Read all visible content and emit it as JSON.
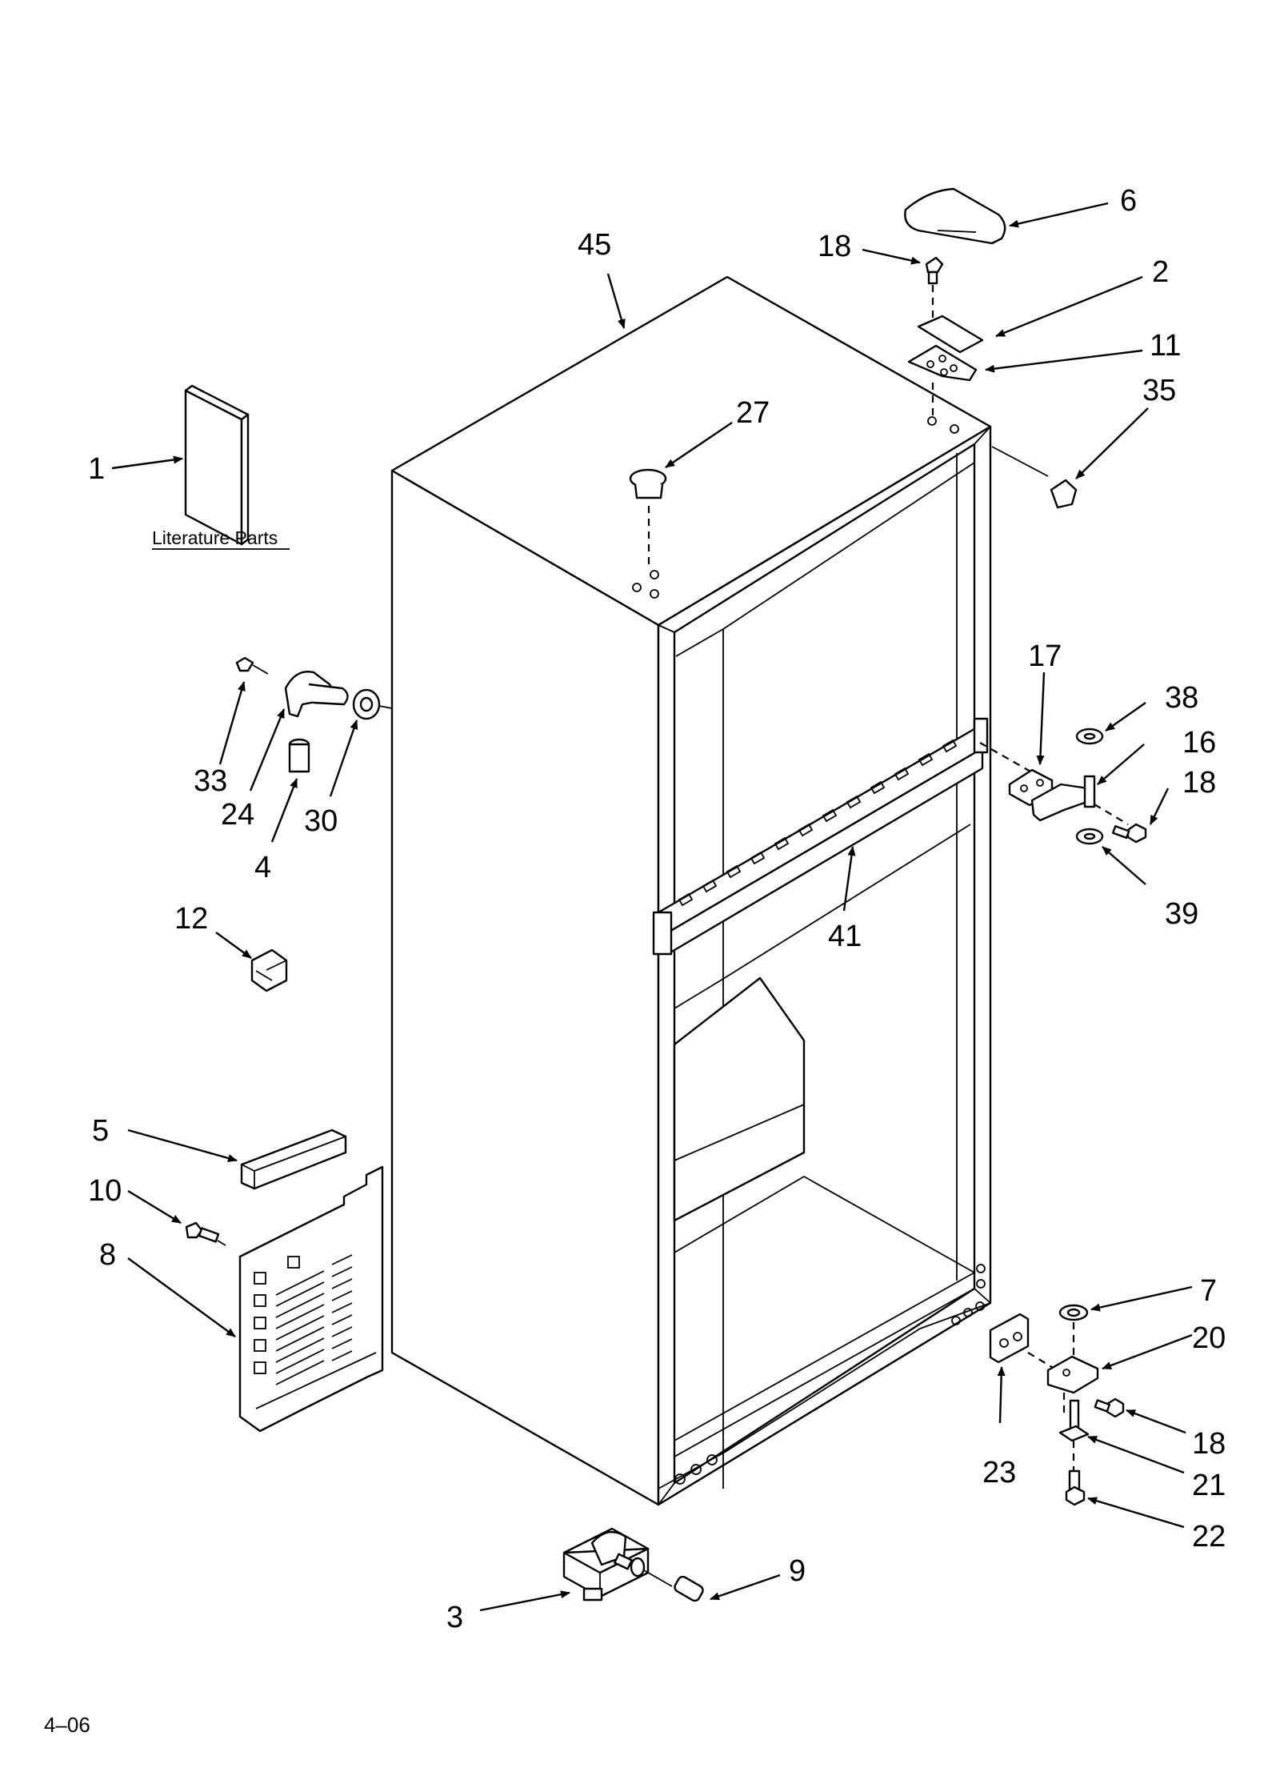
{
  "callouts": {
    "c1": "1",
    "c2": "2",
    "c3": "3",
    "c4": "4",
    "c5": "5",
    "c6": "6",
    "c7": "7",
    "c8": "8",
    "c9": "9",
    "c10": "10",
    "c11": "11",
    "c12": "12",
    "c16": "16",
    "c17": "17",
    "c18a": "18",
    "c18b": "18",
    "c18c": "18",
    "c20": "20",
    "c21": "21",
    "c22": "22",
    "c23": "23",
    "c24": "24",
    "c27": "27",
    "c30": "30",
    "c33": "33",
    "c35": "35",
    "c38": "38",
    "c39": "39",
    "c41": "41",
    "c45": "45"
  },
  "literature_label": "Literature Parts",
  "footer_code": "4–06"
}
